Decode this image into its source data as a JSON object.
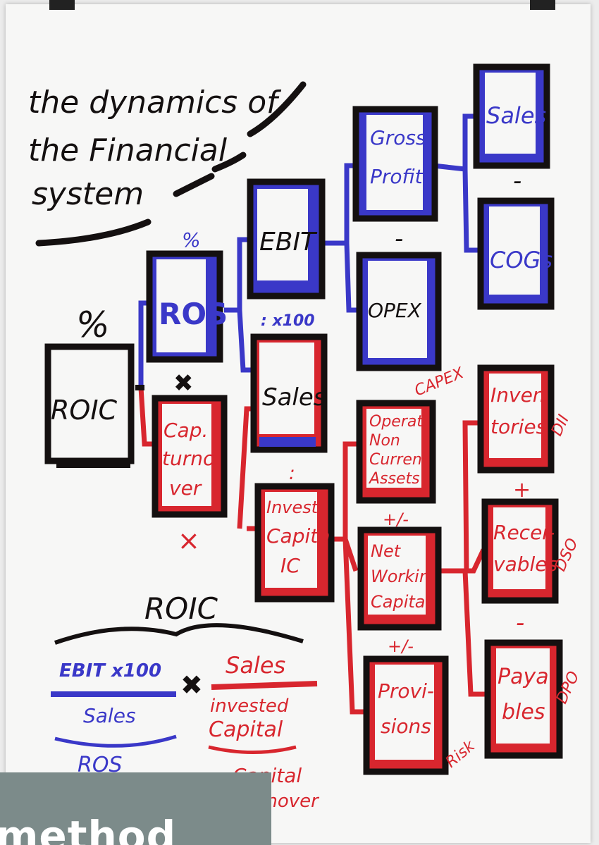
{
  "title": [
    "the dynamics of",
    "the Financial",
    "system"
  ],
  "colors": {
    "ink": "#141010",
    "blue": "#3a38c8",
    "red": "#d8262e",
    "paper": "#f7f7f6"
  },
  "boxes": {
    "roic": "ROIC",
    "ros": "ROS",
    "cap_turnover": [
      "Cap.",
      "turno",
      "ver"
    ],
    "ebit": "EBIT",
    "sales_mid": "Sales",
    "invested_capital": [
      "Investe",
      "Capita",
      "IC"
    ],
    "gross_profit": [
      "Gross",
      "Profit"
    ],
    "opex": "OPEX",
    "sales_top": "Sales",
    "cogs": "COGs",
    "operat_assets": [
      "Operat.",
      "Non",
      "Current",
      "Assets"
    ],
    "net_working_capital": [
      "Net",
      "Workin",
      "Capital"
    ],
    "provisions": [
      "Provi-",
      "sions"
    ],
    "inventories": [
      "Inven",
      "tories"
    ],
    "receivables": [
      "Recei-",
      "vables"
    ],
    "payables": [
      "Paya-",
      "bles"
    ]
  },
  "operators": {
    "percent_roic": "%",
    "percent_ros": "%",
    "times_between": "✖",
    "times_red": "×",
    "x100": ": x100",
    "minus_gross": "-",
    "minus_sales": "-",
    "divide_sales": ":",
    "plusminus_1": "+/-",
    "plusminus_2": "+/-",
    "plus_inv": "+",
    "minus_rec": "-"
  },
  "side_labels": {
    "capex": "CAPEX",
    "dii": "DII",
    "dso": "DSO",
    "dpo": "DPO",
    "risk": "Risk"
  },
  "formula": {
    "head": "ROIC",
    "ebit": "EBIT x100",
    "sales_blue": "Sales",
    "ros": "ROS",
    "times": "✖",
    "sales_red": "Sales",
    "invested": "invested",
    "capital": "Capital",
    "capital_turnover": "Capital",
    "turnover": "turnover"
  },
  "overlay": {
    "text": "method"
  }
}
